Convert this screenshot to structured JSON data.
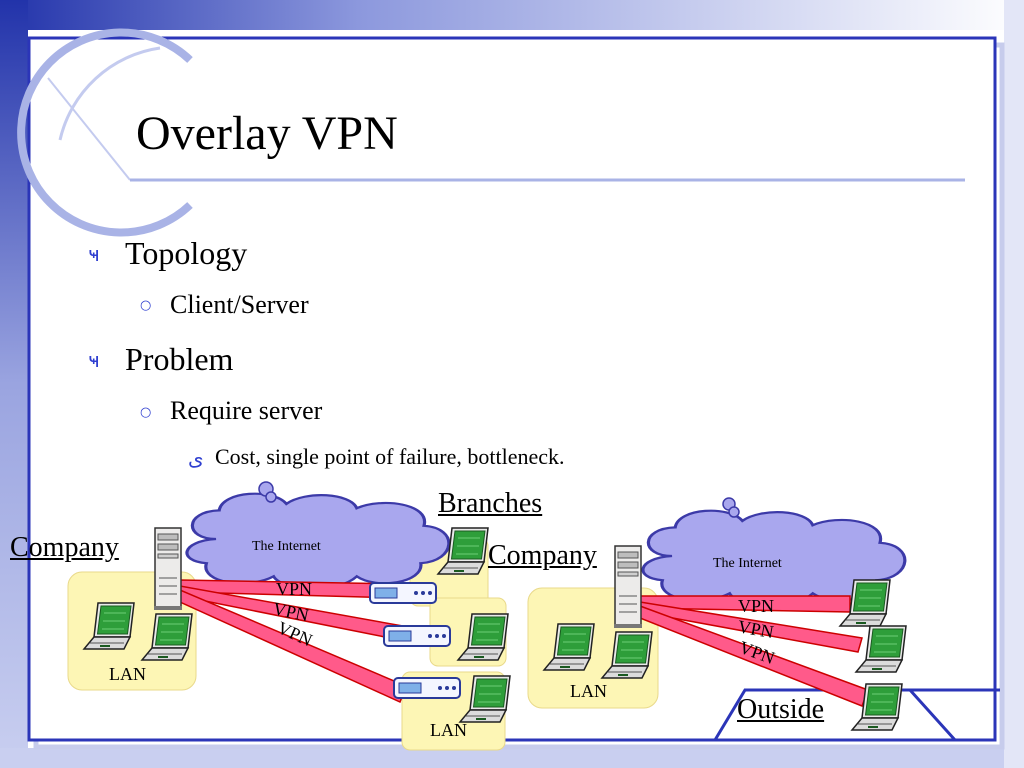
{
  "slide": {
    "title": "Overlay VPN",
    "bullets": [
      {
        "marker": "ҹ",
        "text": "Topology"
      },
      {
        "marker": "○",
        "text": "Client/Server"
      },
      {
        "marker": "ҹ",
        "text": "Problem"
      },
      {
        "marker": "○",
        "text": "Require server"
      },
      {
        "marker": "ی",
        "text": "Cost, single point of failure, bottleneck."
      }
    ]
  },
  "diagram_left": {
    "company_label": "Company",
    "internet_label": "The Internet",
    "branches_label": "Branches",
    "lan_label": "LAN",
    "branch_lan_label": "LAN",
    "vpn_labels": [
      "VPN",
      "VPN",
      "VPN"
    ]
  },
  "diagram_right": {
    "company_label": "Company",
    "internet_label": "The Internet",
    "lan_label": "LAN",
    "outside_label": "Outside",
    "vpn_labels": [
      "VPN",
      "VPN",
      "VPN"
    ]
  },
  "colors": {
    "frame": "#2b35b8",
    "accent_light": "#aab4e6",
    "cloud_fill": "#a9a7ee",
    "lan_fill": "#fdf6b5",
    "vpn_fill": "#ff5a8a",
    "vpn_stroke": "#cc0000"
  }
}
